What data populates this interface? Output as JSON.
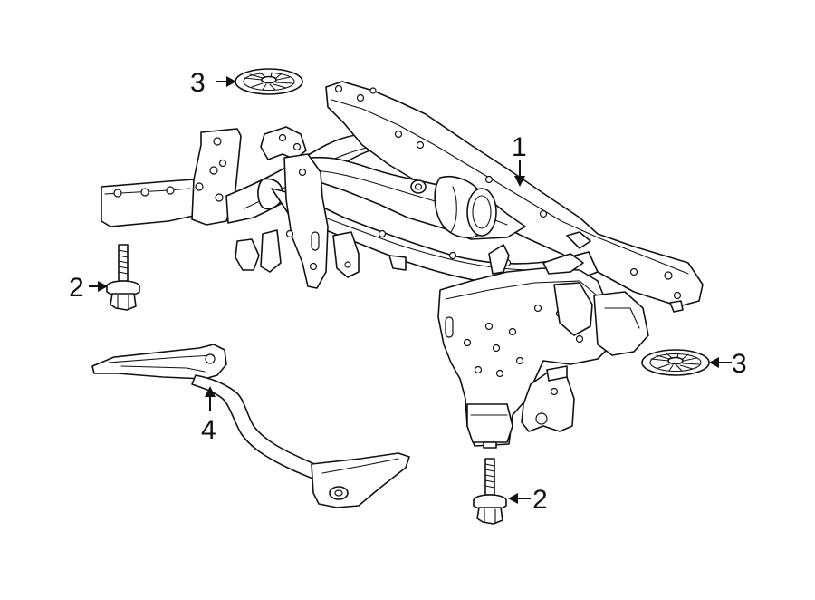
{
  "callouts": {
    "c1": "1",
    "c2_top": "2",
    "c2_bottom": "2",
    "c3_top": "3",
    "c3_right": "3",
    "c4": "4"
  },
  "parts": [
    {
      "ref": "1",
      "name": "subframe-crossmember-icon"
    },
    {
      "ref": "2",
      "name": "mounting-bolt-icon"
    },
    {
      "ref": "3",
      "name": "mount-washer-icon"
    },
    {
      "ref": "4",
      "name": "brace-bracket-icon"
    }
  ],
  "colors": {
    "line": "#111111",
    "fill": "#ffffff",
    "shade": "#d6d6d6"
  }
}
